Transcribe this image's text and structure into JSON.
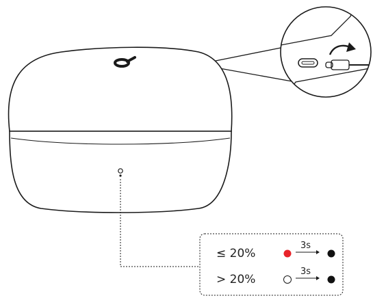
{
  "diagram": {
    "brand_mark": "logo-d-icon",
    "port": "usb-c-port-icon",
    "cable": "usb-c-cable-icon",
    "insert_arrow": "curved-arrow-icon",
    "indicator_light": "led-indicator-icon"
  },
  "legend": {
    "rows": [
      {
        "label": "≤ 20%",
        "start_state": "red-dot",
        "start_color": "#e8232a",
        "duration": "3s",
        "end_state": "black-dot",
        "end_color": "#111111"
      },
      {
        "label": "> 20%",
        "start_state": "hollow-circle",
        "start_color": "#ffffff",
        "duration": "3s",
        "end_state": "black-dot",
        "end_color": "#111111"
      }
    ]
  },
  "colors": {
    "line": "#1a1a1a",
    "led_on": "#e8232a",
    "led_off": "#111111"
  }
}
